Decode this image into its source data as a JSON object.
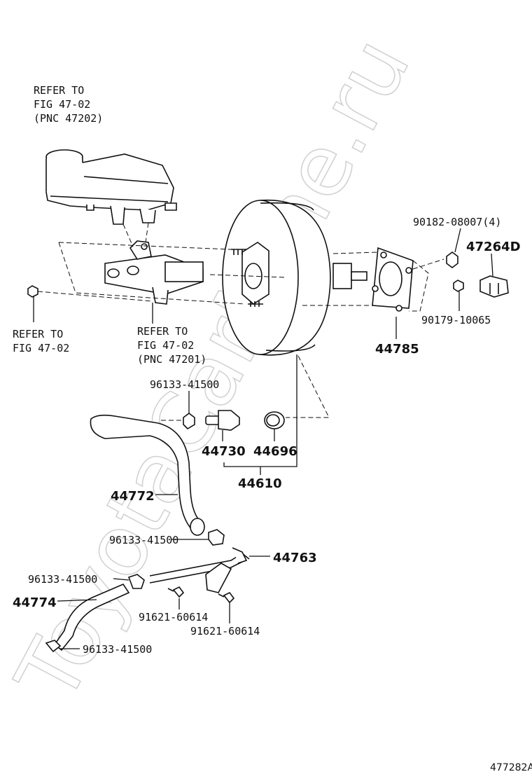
{
  "watermark": "ToyotaCarMine.ru",
  "diagram_id": "477282A",
  "references": {
    "reservoir_ref": [
      "REFER TO",
      "FIG 47-02",
      "(PNC 47202)"
    ],
    "cylinder_ref": [
      "REFER TO",
      "FIG 47-02",
      "(PNC 47201)"
    ],
    "nut_ref": [
      "REFER TO",
      "FIG 47-02"
    ]
  },
  "parts": {
    "p90182": "90182-08007(4)",
    "p47264d": "47264D",
    "p90179": "90179-10065",
    "p44785": "44785",
    "p96133_a": "96133-41500",
    "p44730": "44730",
    "p44696": "44696",
    "p44610": "44610",
    "p44772": "44772",
    "p96133_b": "96133-41500",
    "p44763": "44763",
    "p96133_c": "96133-41500",
    "p44774": "44774",
    "p91621_a": "91621-60614",
    "p91621_b": "91621-60614",
    "p96133_d": "96133-41500"
  }
}
